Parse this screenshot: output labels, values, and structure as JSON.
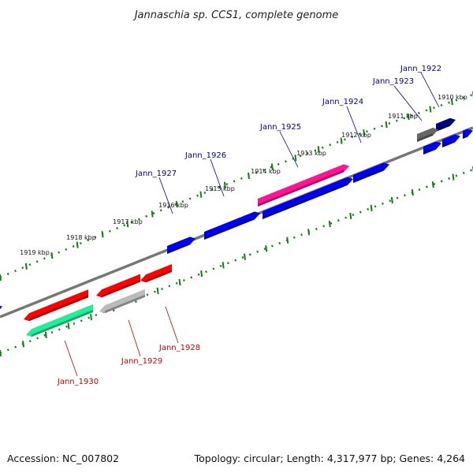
{
  "title": "Jannaschia sp. CCS1, complete genome",
  "footer": {
    "accession": "Accession: NC_007802",
    "summary": "Topology: circular; Length: 4,317,977 bp; Genes: 4,264"
  },
  "colors": {
    "plus_label": "#00008b",
    "minus_label": "#cc0000",
    "tick": "#1a7a1a",
    "backbone": "#777777"
  },
  "kbp_labels": [
    "1910 kbp",
    "1911 kbp",
    "1912 kbp",
    "1913 kbp",
    "1914 kbp",
    "1915 kbp",
    "1916 kbp",
    "1917 kbp",
    "1918 kbp",
    "1919 kbp"
  ],
  "genes_plus": [
    {
      "name": "Jann_1922",
      "color": "#000080"
    },
    {
      "name": "Jann_1923",
      "color": "#666666"
    },
    {
      "name": "Jann_1924",
      "color": "#0000ee"
    },
    {
      "name": "Jann_1925",
      "color": "#ff1493"
    },
    {
      "name": "Jann_1926",
      "color": "#0000ee"
    },
    {
      "name": "Jann_1927",
      "color": "#0000ee"
    }
  ],
  "genes_minus": [
    {
      "name": "Jann_1928",
      "color": "#ff0000"
    },
    {
      "name": "Jann_1929",
      "color": "#bbbbbb"
    },
    {
      "name": "Jann_1930",
      "color": "#22ee99"
    }
  ],
  "genes_unlabeled": [
    {
      "color": "#0000ee"
    },
    {
      "color": "#0000ee"
    },
    {
      "color": "#ff0000"
    },
    {
      "color": "#ff0000"
    },
    {
      "color": "#0000ee"
    }
  ]
}
